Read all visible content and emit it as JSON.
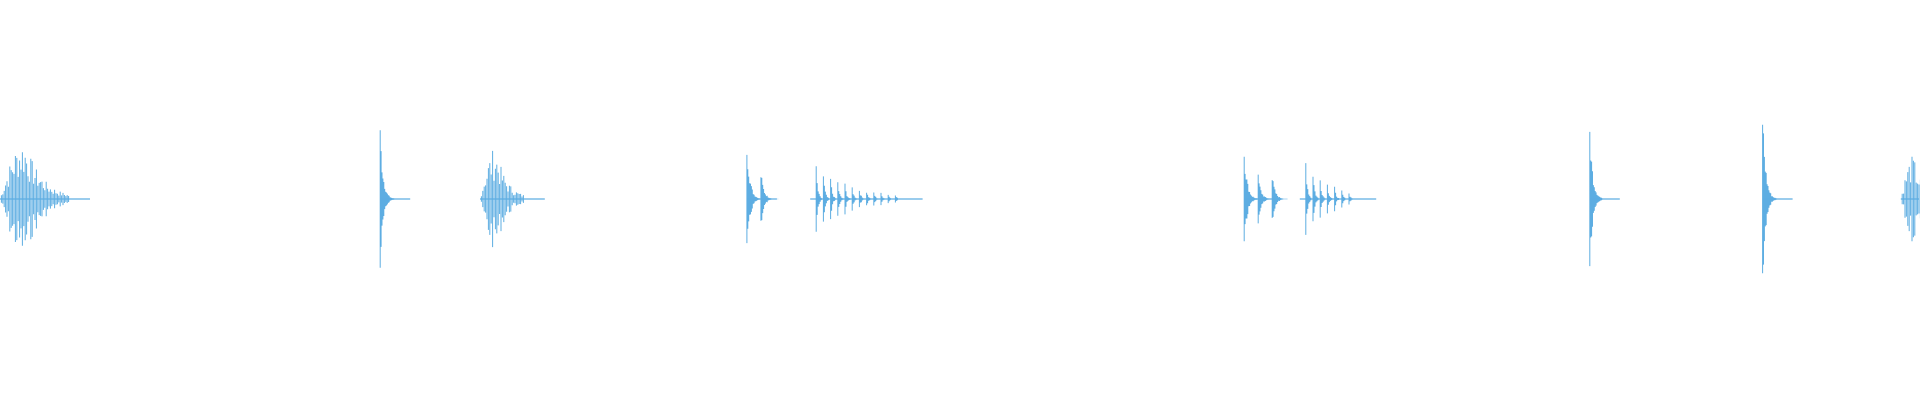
{
  "waveform": {
    "color": "#5dade2",
    "background": "#ffffff",
    "bursts": [
      {
        "start": 0.0,
        "peak": 0.3,
        "decay": "cluster",
        "count": 12
      },
      {
        "start": 0.198,
        "peak": 0.38,
        "decay": "spike",
        "count": 1
      },
      {
        "start": 0.25,
        "peak": 0.26,
        "decay": "cluster",
        "count": 6
      },
      {
        "start": 0.389,
        "peak": 0.33,
        "decay": "spike",
        "count": 2
      },
      {
        "start": 0.422,
        "peak": 0.17,
        "decay": "train",
        "count": 12
      },
      {
        "start": 0.648,
        "peak": 0.28,
        "decay": "spike",
        "count": 3
      },
      {
        "start": 0.677,
        "peak": 0.22,
        "decay": "train",
        "count": 7
      },
      {
        "start": 0.828,
        "peak": 0.4,
        "decay": "spike",
        "count": 1
      },
      {
        "start": 0.918,
        "peak": 0.5,
        "decay": "spike",
        "count": 1
      },
      {
        "start": 0.99,
        "peak": 0.22,
        "decay": "cluster",
        "count": 4
      }
    ]
  }
}
